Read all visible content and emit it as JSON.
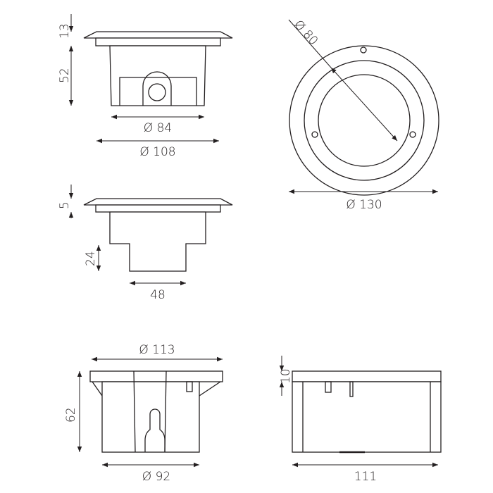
{
  "colors": {
    "line": "#231f20",
    "background": "#ffffff"
  },
  "side_view_top": {
    "dim_flange": "13",
    "dim_body": "52",
    "dim_inner_diameter": "Ø 84",
    "dim_outer_diameter": "Ø 108"
  },
  "front_view": {
    "dim_window": "Ø 80",
    "dim_outer": "Ø 130"
  },
  "side_view_middle": {
    "dim_flange": "5",
    "dim_step": "24",
    "dim_step_width": "48"
  },
  "box_view_left": {
    "dim_top": "Ø 113",
    "dim_height": "62",
    "dim_bottom": "Ø 92"
  },
  "box_view_right": {
    "dim_flange": "10",
    "dim_width": "111"
  }
}
